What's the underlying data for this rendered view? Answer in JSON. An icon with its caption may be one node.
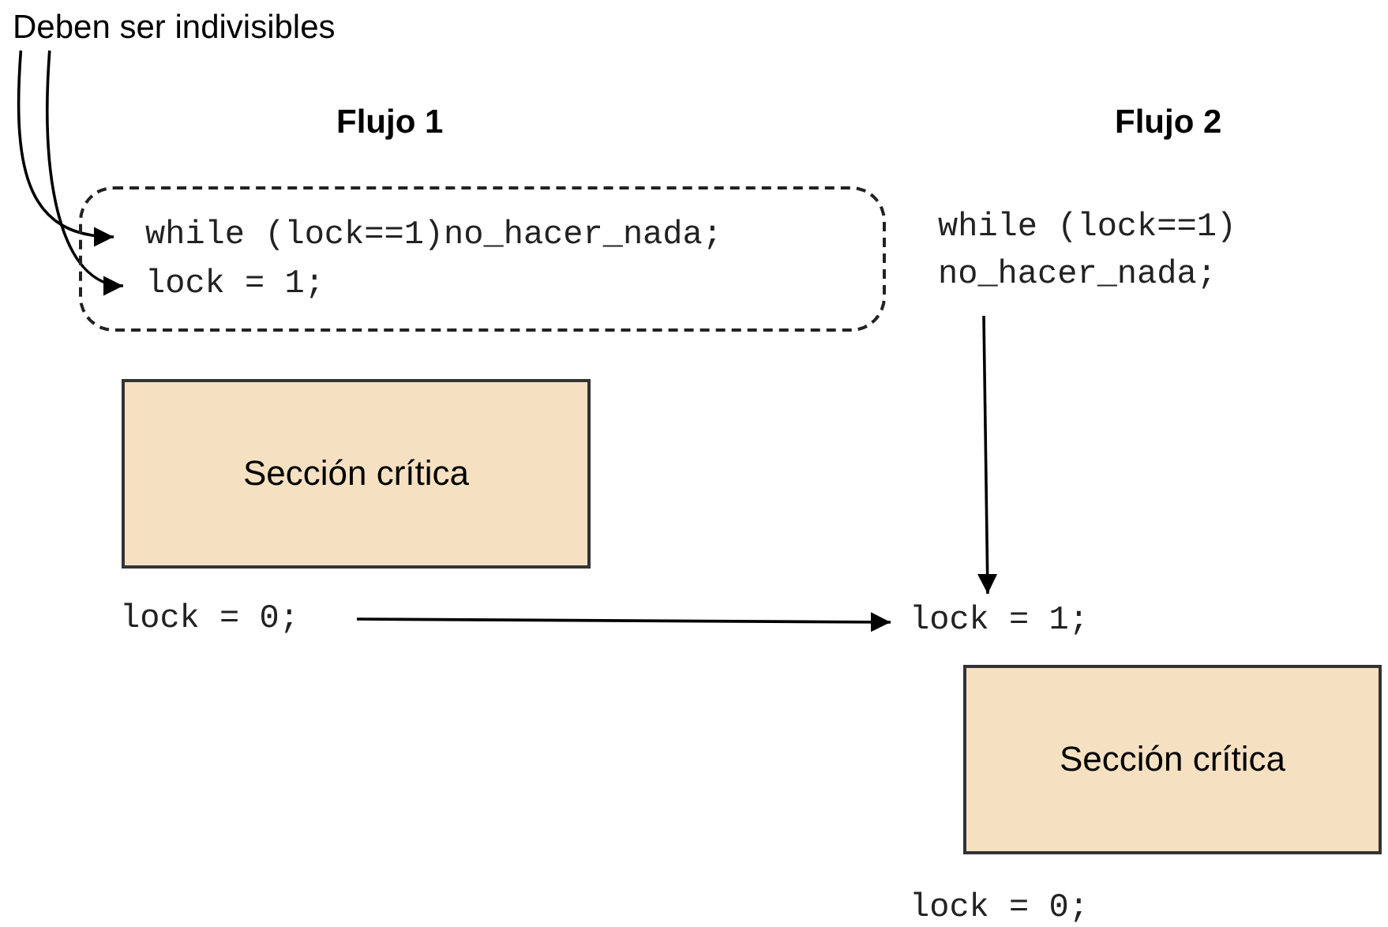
{
  "diagram": {
    "nodes": [
      {
        "text": [
          "Deben ser indivisibles"
        ]
      },
      {
        "text": [],
        "shape": "box"
      },
      {
        "text": [
          "while (lock==1)no_hacer_nada;"
        ],
        "in": 1
      },
      {
        "text": [
          "lock = 1;"
        ],
        "in": 1
      },
      {
        "text": [
          "Sección crítica"
        ]
      },
      {
        "text": [
          "lock = 0;"
        ]
      },
      {
        "text": [
          "while (lock==1) no_hacer_nada;"
        ]
      },
      {
        "text": [
          "lock = 1;"
        ]
      },
      {
        "text": [
          "Sección crítica"
        ]
      },
      {
        "text": [
          "lock = 0;"
        ]
      }
    ],
    "edges": [
      {
        "from": 0,
        "to": 2,
        "arrow": "to"
      },
      {
        "from": 0,
        "to": 3,
        "arrow": "to"
      },
      {
        "from": 5,
        "to": 7,
        "arrow": "to"
      },
      {
        "from": 6,
        "to": 7,
        "arrow": "to"
      }
    ],
    "labels": [
      "Flujo 1",
      "Flujo 2"
    ]
  }
}
